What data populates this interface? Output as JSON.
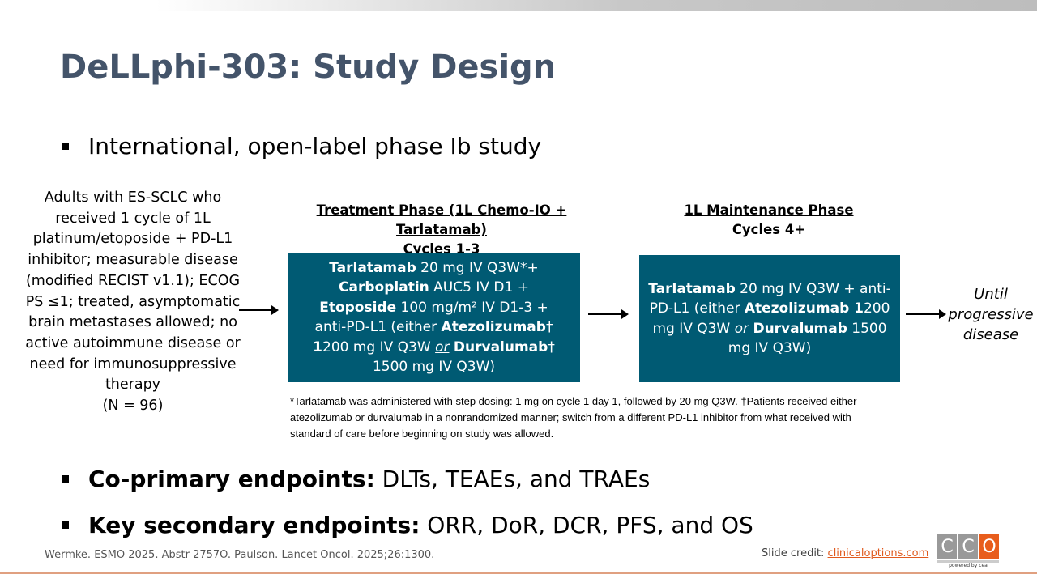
{
  "title": "DeLLphi-303: Study Design",
  "bullets": [
    {
      "text": "International, open-label phase Ib study"
    },
    {
      "bold": "Co-primary endpoints:",
      "text": " DLTs, TEAEs, and TRAEs"
    },
    {
      "bold": "Key secondary endpoints:",
      "text": " ORR, DoR, DCR, PFS, and OS"
    }
  ],
  "population": {
    "text": "Adults with ES-SCLC who received 1 cycle of 1L platinum/etoposide + PD-L1 inhibitor; measurable disease (modified RECIST v1.1); ECOG PS ≤1; treated, asymptomatic brain metastases allowed; no active autoimmune disease or need for immunosuppressive therapy",
    "n": "(N = 96)"
  },
  "treatment": {
    "header": "Treatment Phase (1L Chemo-IO + Tarlatamab)",
    "cycles": "Cycles 1-3",
    "seg": [
      "Tarlatamab",
      " 20 mg IV Q3W*+",
      "Carboplatin",
      " AUC5 IV D1 +",
      "Etoposide",
      " 100 mg/m² IV D1-3 +",
      "anti-PD-L1 (either ",
      "Atezolizumab",
      "† ",
      "1",
      "200 mg IV Q3W ",
      "or",
      " ",
      "Durvalumab",
      "† 1500 mg IV Q3W)"
    ]
  },
  "maintenance": {
    "header": "1L Maintenance Phase",
    "cycles": "Cycles 4+",
    "seg": [
      "Tarlatamab",
      " 20 mg IV Q3W + anti-PD-L1 (either ",
      "Atezolizumab 1",
      "200 mg IV Q3W  ",
      "or",
      " ",
      "Durvalumab",
      " 1500 mg IV Q3W)"
    ]
  },
  "until": "Until progressive disease",
  "footnote": "*Tarlatamab was administered with step dosing: 1 mg on cycle 1 day 1, followed by 20 mg Q3W. †Patients received  either atezolizumab or durvalumab in a nonrandomized manner; switch from a different PD-L1 inhibitor from what received with standard of care before beginning on study was allowed.",
  "citation": "Wermke. ESMO 2025. Abstr 2757O. Paulson. Lancet Oncol. 2025;26:1300.",
  "credit": {
    "label": "Slide credit: ",
    "link": "clinicaloptions.com"
  },
  "logo": {
    "letters": [
      "C",
      "C",
      "O"
    ],
    "tag": "powered by cea"
  },
  "colors": {
    "title": "#44546a",
    "box": "#005a73",
    "accent": "#e85d1c"
  }
}
